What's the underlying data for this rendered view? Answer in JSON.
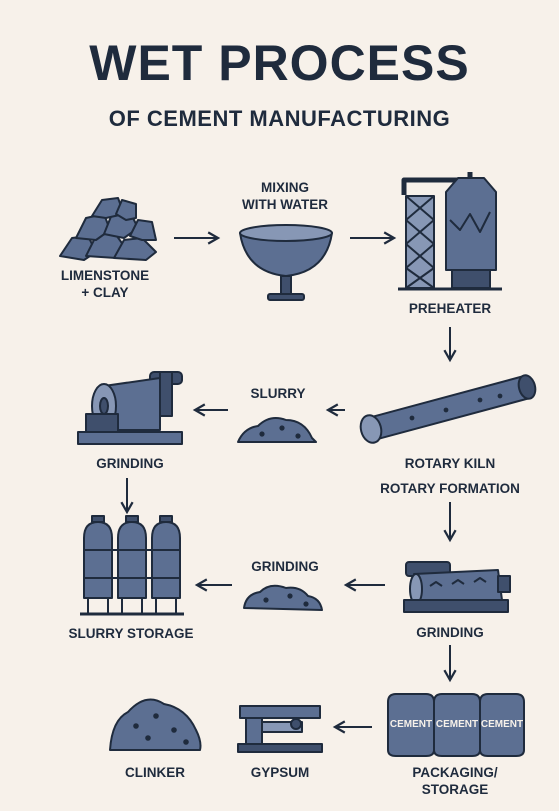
{
  "header": {
    "title": "WET PROCESS",
    "subtitle": "OF CEMENT MANUFACTURING"
  },
  "steps": {
    "limestone": "LIMENSTONE\n+ CLAY",
    "mixing": "MIXING\nWITH WATER",
    "preheater": "PREHEATER",
    "slurry": "SLURRY",
    "grinding_top": "GRINDING",
    "rotary_kiln": "ROTARY KILN",
    "rotary_formation": "ROTARY FORMATION",
    "slurry_storage": "SLURRY STORAGE",
    "grinding_mid": "GRINDING",
    "grinding_right": "GRINDING",
    "clinker": "CLINKER",
    "gypsum": "GYPSUM",
    "packaging": "PACKAGING/\nSTORAGE"
  },
  "bag_labels": [
    "CEMENT",
    "CEMENT",
    "CEMENT"
  ],
  "colors": {
    "background": "#f7f1ea",
    "ink": "#1f2b3d",
    "fill": "#5c6f92",
    "fill_dark": "#3f4f6c",
    "fill_light": "#8797b5"
  },
  "icons": [
    "rock-pile-icon",
    "mixing-bowl-icon",
    "preheater-tower-icon",
    "ball-mill-icon",
    "slurry-pile-icon",
    "rotary-kiln-icon",
    "storage-tanks-icon",
    "ground-pile-icon",
    "grinder-icon",
    "clinker-pile-icon",
    "gypsum-press-icon",
    "cement-bags-icon"
  ]
}
